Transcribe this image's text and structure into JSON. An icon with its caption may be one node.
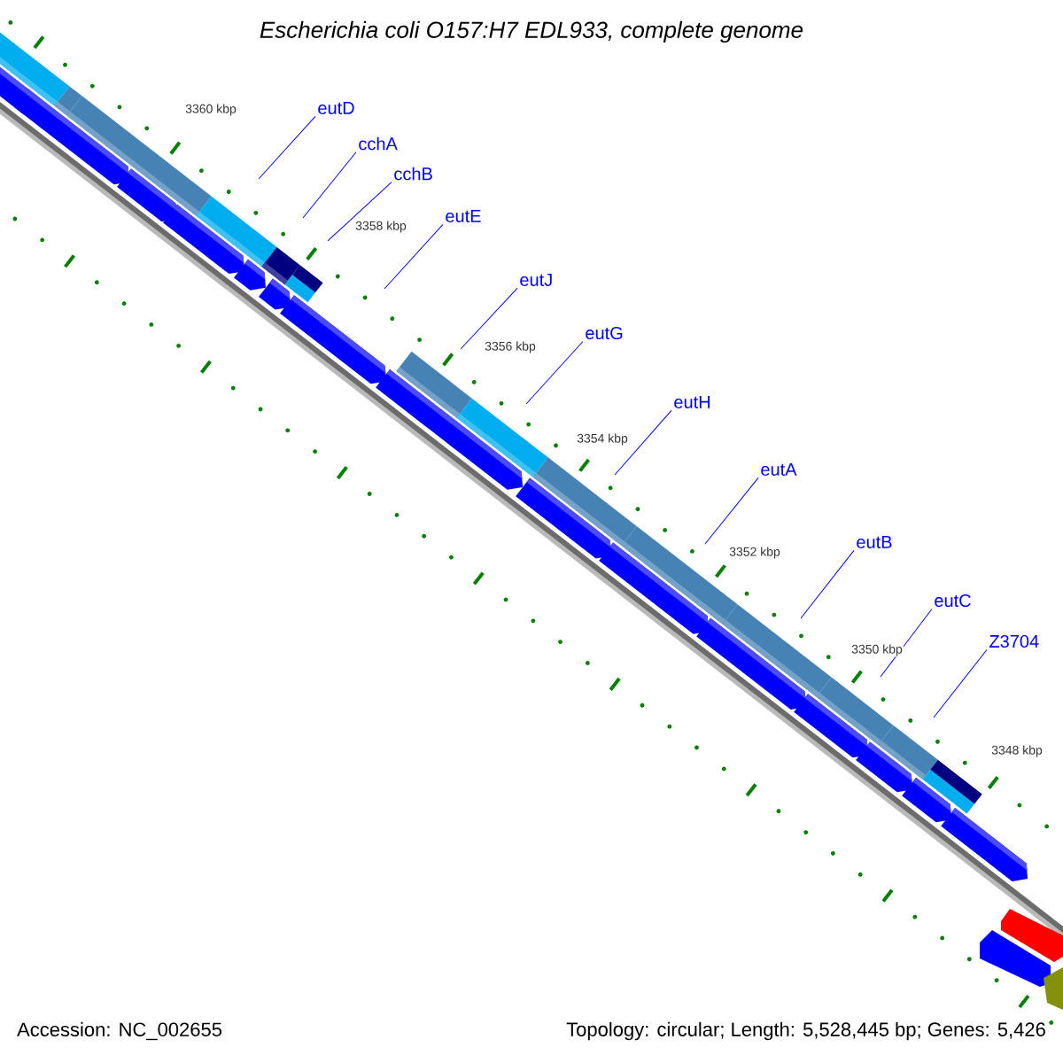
{
  "diagram": {
    "title": "Escherichia coli O157:H7 EDL933, complete genome",
    "nodes": [
      {
        "text": [
          "eutD"
        ]
      },
      {
        "text": [
          "cchA"
        ]
      },
      {
        "text": [
          "cchB"
        ]
      },
      {
        "text": [
          "eutE"
        ]
      },
      {
        "text": [
          "eutJ"
        ]
      },
      {
        "text": [
          "eutG"
        ]
      },
      {
        "text": [
          "eutH"
        ]
      },
      {
        "text": [
          "eutA"
        ]
      },
      {
        "text": [
          "eutB"
        ]
      },
      {
        "text": [
          "eutC"
        ]
      },
      {
        "text": [
          "Z3704"
        ]
      }
    ],
    "edges": [
      {
        "from": 0,
        "to": null,
        "arrow": "none"
      },
      {
        "from": 1,
        "to": null,
        "arrow": "none"
      },
      {
        "from": 2,
        "to": null,
        "arrow": "none"
      },
      {
        "from": 3,
        "to": null,
        "arrow": "none"
      },
      {
        "from": 4,
        "to": null,
        "arrow": "none"
      },
      {
        "from": 5,
        "to": null,
        "arrow": "none"
      },
      {
        "from": 6,
        "to": null,
        "arrow": "none"
      },
      {
        "from": 7,
        "to": null,
        "arrow": "none"
      },
      {
        "from": 8,
        "to": null,
        "arrow": "none"
      },
      {
        "from": 9,
        "to": null,
        "arrow": "none"
      },
      {
        "from": 10,
        "to": null,
        "arrow": "none"
      }
    ],
    "labels": [
      "3360 kbp",
      "3358 kbp",
      "3356 kbp",
      "3354 kbp",
      "3352 kbp",
      "3350 kbp",
      "3348 kbp",
      "Accession: NC_002655",
      "Topology: circular; Length: 5,528,445 bp; Genes: 5,426"
    ]
  }
}
